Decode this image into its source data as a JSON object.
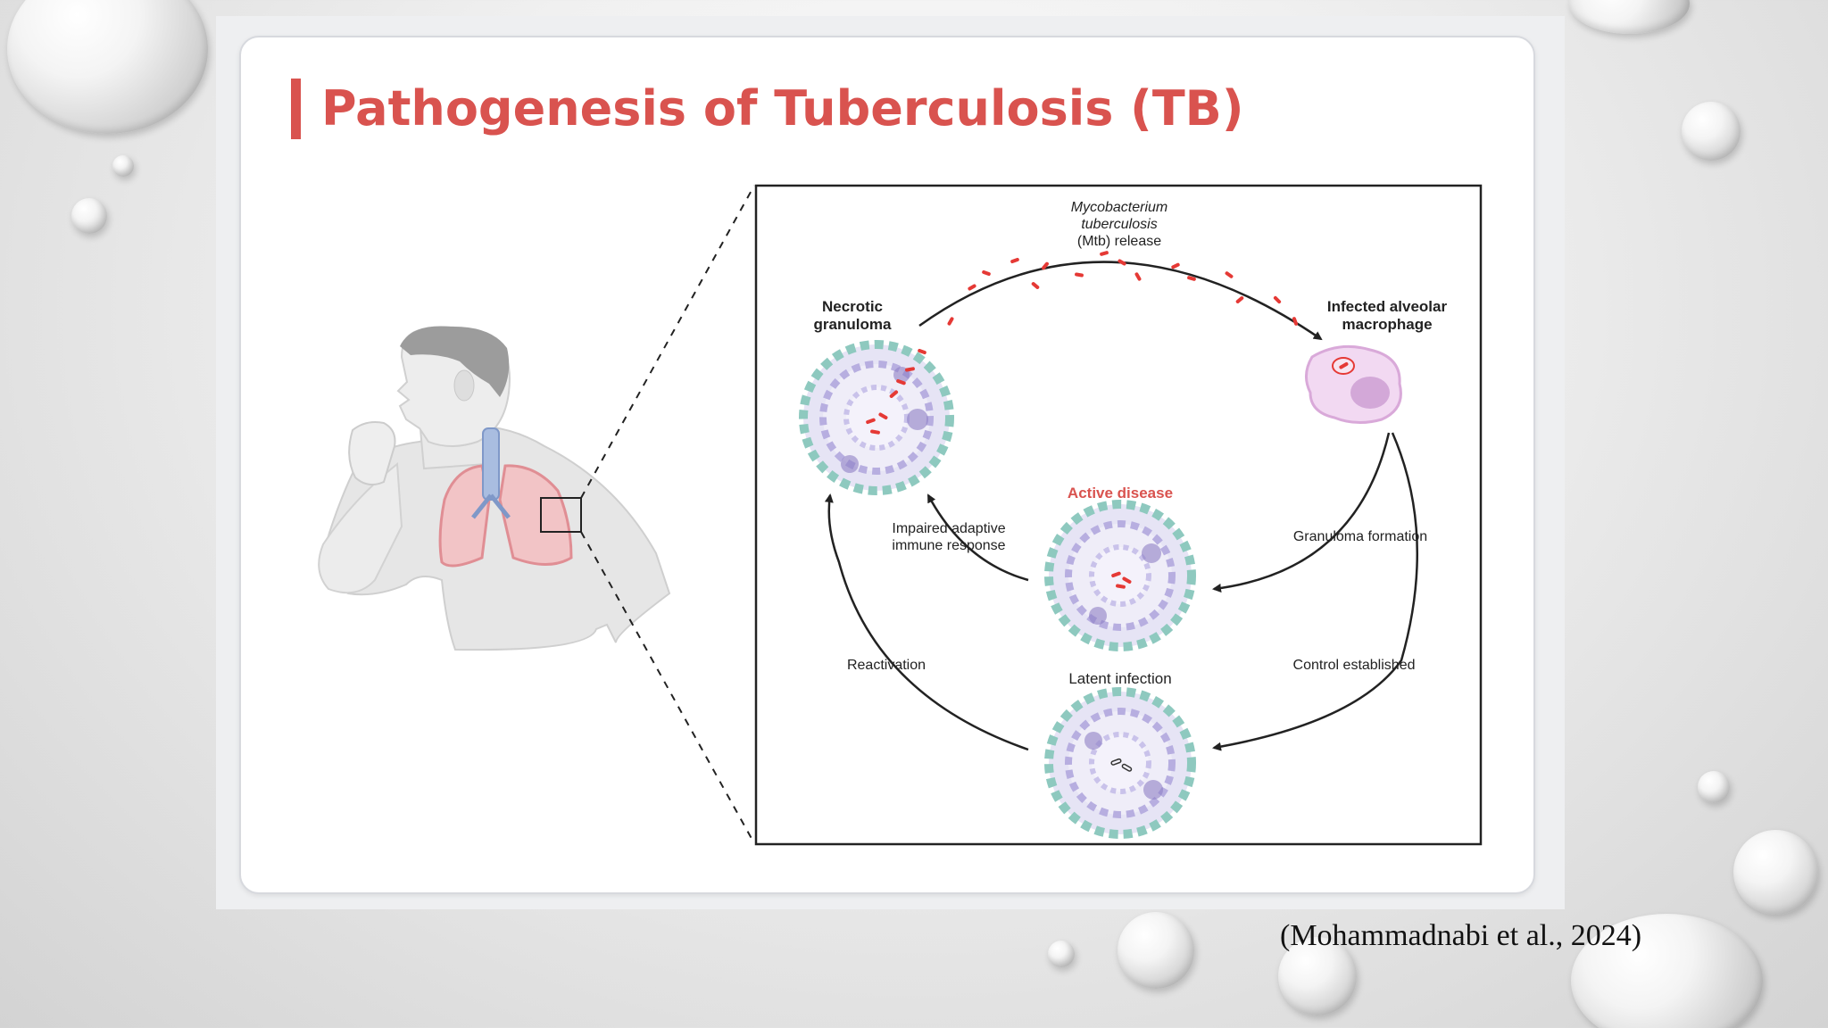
{
  "slide": {
    "title": "Pathogenesis of Tuberculosis (TB)",
    "citation": "(Mohammadnabi et al., 2024)"
  },
  "diagram": {
    "mtb_release": {
      "line1": "Mycobacterium",
      "line2": "tuberculosis",
      "line3": "(Mtb) release"
    },
    "necrotic_granuloma": {
      "line1": "Necrotic",
      "line2": "granuloma"
    },
    "infected_macrophage": {
      "line1": "Infected alveolar",
      "line2": "macrophage"
    },
    "active_disease": "Active disease",
    "impaired_response": {
      "line1": "Impaired adaptive",
      "line2": "immune response"
    },
    "granuloma_formation": "Granuloma formation",
    "reactivation": "Reactivation",
    "latent_infection": "Latent infection",
    "control_established": "Control established"
  },
  "colors": {
    "title_red": "#d9534f",
    "bacteria_red": "#e53935",
    "lung_pink": "#e8a0a4",
    "airway_blue": "#8fa9d6",
    "granuloma_teal": "#8ec9bf",
    "granuloma_purple": "#8d7fc4"
  }
}
